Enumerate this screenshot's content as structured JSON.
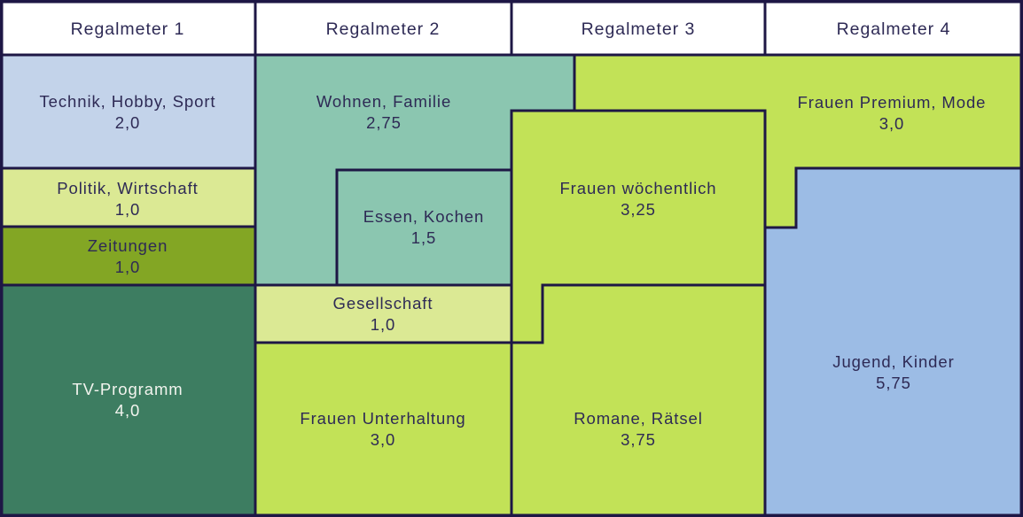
{
  "headers": [
    {
      "label": "Regalmeter 1"
    },
    {
      "label": "Regalmeter 2"
    },
    {
      "label": "Regalmeter 3"
    },
    {
      "label": "Regalmeter 4"
    }
  ],
  "blocks": [
    {
      "name": "technik-hobby-sport",
      "label": "Technik, Hobby, Sport",
      "value": "2,0",
      "color": "#c3d3ea"
    },
    {
      "name": "politik-wirtschaft",
      "label": "Politik, Wirtschaft",
      "value": "1,0",
      "color": "#dbe994"
    },
    {
      "name": "zeitungen",
      "label": "Zeitungen",
      "value": "1,0",
      "color": "#83a624"
    },
    {
      "name": "tv-programm",
      "label": "TV-Programm",
      "value": "4,0",
      "color": "#3d7d61"
    },
    {
      "name": "wohnen-familie",
      "label": "Wohnen, Familie",
      "value": "2,75",
      "color": "#8bc6b0"
    },
    {
      "name": "essen-kochen",
      "label": "Essen, Kochen",
      "value": "1,5",
      "color": "#8bc6b0"
    },
    {
      "name": "gesellschaft",
      "label": "Gesellschaft",
      "value": "1,0",
      "color": "#dbe994"
    },
    {
      "name": "frauen-unterhaltung",
      "label": "Frauen Unterhaltung",
      "value": "3,0",
      "color": "#c2e257"
    },
    {
      "name": "frauen-woechentlich",
      "label": "Frauen wöchentlich",
      "value": "3,25",
      "color": "#c2e257"
    },
    {
      "name": "romane-raetsel",
      "label": "Romane, Rätsel",
      "value": "3,75",
      "color": "#c2e257"
    },
    {
      "name": "frauen-premium-mode",
      "label": "Frauen Premium, Mode",
      "value": "3,0",
      "color": "#c2e257"
    },
    {
      "name": "jugend-kinder",
      "label": "Jugend, Kinder",
      "value": "5,75",
      "color": "#9cbce5"
    }
  ],
  "colors": {
    "border": "#1e1745",
    "header_bg": "#ffffff",
    "text": "#2e2a55",
    "text_light": "#f2f4ee"
  }
}
